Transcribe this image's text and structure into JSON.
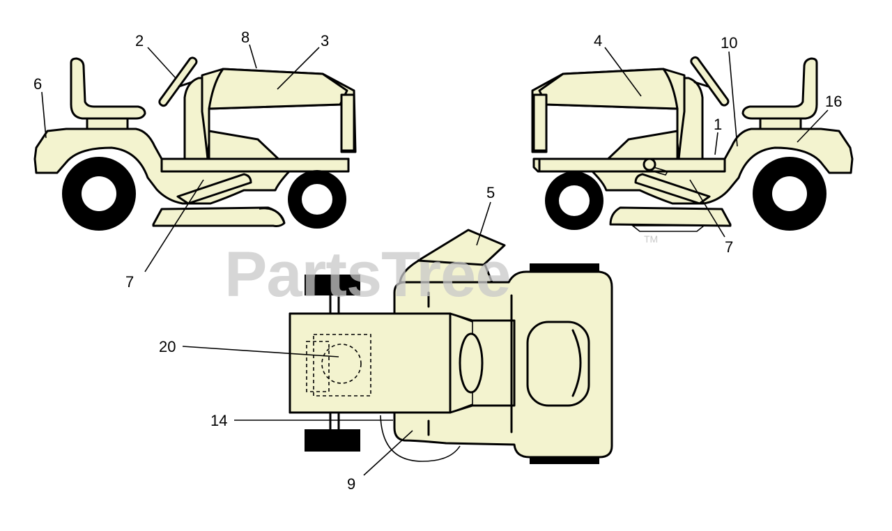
{
  "watermark": {
    "text": "PartsTree",
    "trademark": "TM"
  },
  "callouts": {
    "c1": "1",
    "c2": "2",
    "c3": "3",
    "c4": "4",
    "c5": "5",
    "c6": "6",
    "c7_left": "7",
    "c7_right": "7",
    "c8": "8",
    "c9": "9",
    "c10": "10",
    "c14": "14",
    "c16": "16",
    "c20": "20"
  },
  "colors": {
    "part_fill": "#f3f3cf",
    "outline": "#000000",
    "watermark": "#c8c8c8"
  }
}
